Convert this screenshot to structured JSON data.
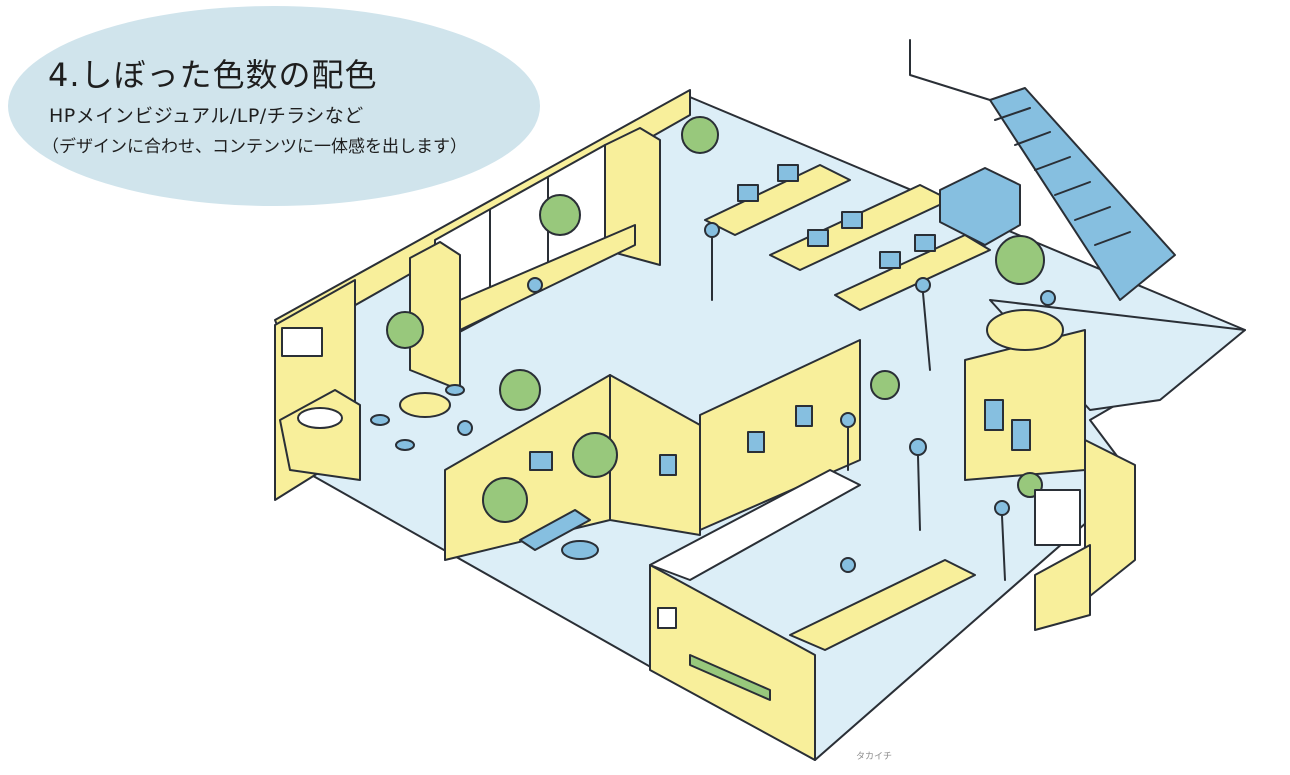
{
  "header": {
    "title": "4.しぼった色数の配色",
    "subtitle": "HPメインビジュアル/LP/チラシなど",
    "note": "（デザインに合わせ、コンテンツに一体感を出します）"
  },
  "credit": "タカイチ",
  "colors": {
    "bubble": "#d0e4ec",
    "wall_yellow": "#f8ef9b",
    "floor_blue": "#dceef7",
    "accent_blue": "#86bfe0",
    "plant_green": "#98c87c",
    "outline": "#2a2f36"
  }
}
